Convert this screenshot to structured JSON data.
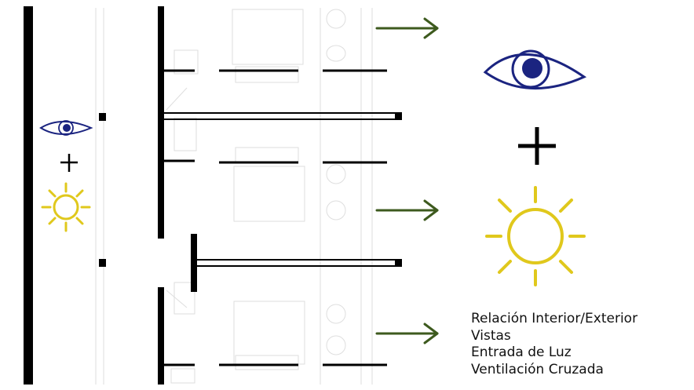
{
  "colors": {
    "wall": "#000000",
    "faint_plan": "#dcdcdc",
    "arrow": "#3d5a1e",
    "eye": "#1b2480",
    "sun": "#e0c81c"
  },
  "icons": {
    "small_eye": "eye-icon",
    "small_plus": "plus-icon",
    "small_sun": "sun-icon",
    "big_eye": "eye-icon",
    "big_plus": "plus-icon",
    "big_sun": "sun-icon",
    "arrows": "arrow-right-icon"
  },
  "legend": {
    "items": [
      "Relación Interior/Exterior",
      "Vistas",
      "Entrada de Luz",
      "Ventilación Cruzada"
    ]
  }
}
